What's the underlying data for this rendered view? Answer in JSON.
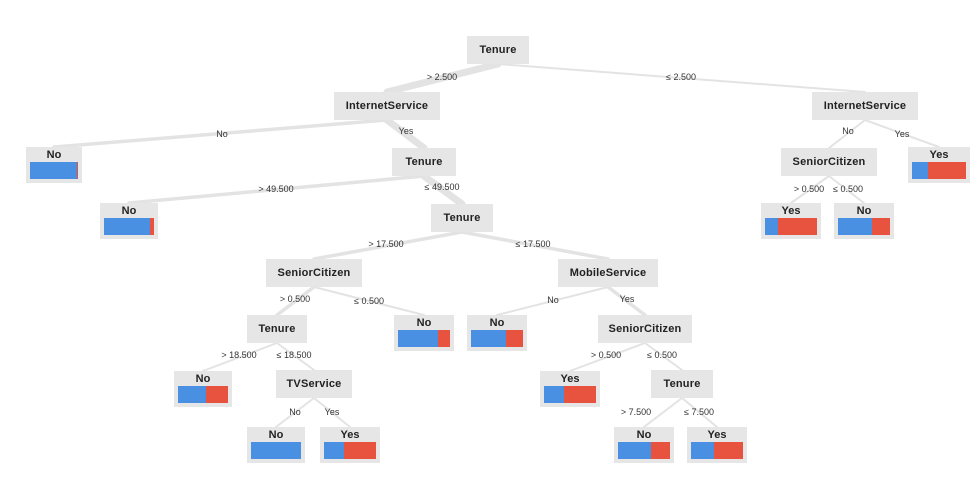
{
  "colors": {
    "no": "#4a90e2",
    "yes": "#e8533f",
    "node": "#e6e6e6",
    "edge": "#e3e3e3"
  },
  "nodes": [
    {
      "id": "n0",
      "kind": "split",
      "label": "Tenure"
    },
    {
      "id": "n1",
      "kind": "split",
      "label": "InternetService"
    },
    {
      "id": "n2",
      "kind": "split",
      "label": "InternetService"
    },
    {
      "id": "l_no1",
      "kind": "leaf",
      "label": "No",
      "no_fraction": 0.97
    },
    {
      "id": "n3",
      "kind": "split",
      "label": "Tenure"
    },
    {
      "id": "n4",
      "kind": "split",
      "label": "SeniorCitizen"
    },
    {
      "id": "l_yes1",
      "kind": "leaf",
      "label": "Yes",
      "no_fraction": 0.29
    },
    {
      "id": "l_no2",
      "kind": "leaf",
      "label": "No",
      "no_fraction": 0.92
    },
    {
      "id": "n5",
      "kind": "split",
      "label": "Tenure"
    },
    {
      "id": "l_yes2",
      "kind": "leaf",
      "label": "Yes",
      "no_fraction": 0.25
    },
    {
      "id": "l_no3",
      "kind": "leaf",
      "label": "No",
      "no_fraction": 0.65
    },
    {
      "id": "n6",
      "kind": "split",
      "label": "SeniorCitizen"
    },
    {
      "id": "n7",
      "kind": "split",
      "label": "MobileService"
    },
    {
      "id": "n8",
      "kind": "split",
      "label": "Tenure"
    },
    {
      "id": "l_no4",
      "kind": "leaf",
      "label": "No",
      "no_fraction": 0.77
    },
    {
      "id": "l_no5",
      "kind": "leaf",
      "label": "No",
      "no_fraction": 0.67
    },
    {
      "id": "n9",
      "kind": "split",
      "label": "SeniorCitizen"
    },
    {
      "id": "l_no6",
      "kind": "leaf",
      "label": "No",
      "no_fraction": 0.56
    },
    {
      "id": "n10",
      "kind": "split",
      "label": "TVService"
    },
    {
      "id": "l_yes3",
      "kind": "leaf",
      "label": "Yes",
      "no_fraction": 0.38
    },
    {
      "id": "n11",
      "kind": "split",
      "label": "Tenure"
    },
    {
      "id": "l_no7",
      "kind": "leaf",
      "label": "No",
      "no_fraction": 1.0
    },
    {
      "id": "l_yes4",
      "kind": "leaf",
      "label": "Yes",
      "no_fraction": 0.38
    },
    {
      "id": "l_no8",
      "kind": "leaf",
      "label": "No",
      "no_fraction": 0.64
    },
    {
      "id": "l_yes5",
      "kind": "leaf",
      "label": "Yes",
      "no_fraction": 0.44
    }
  ],
  "edges": [
    {
      "from": "n0",
      "to": "n1",
      "label": "> 2.500",
      "weight": 3
    },
    {
      "from": "n0",
      "to": "n2",
      "label": "≤ 2.500",
      "weight": 1
    },
    {
      "from": "n1",
      "to": "l_no1",
      "label": "No",
      "weight": 2
    },
    {
      "from": "n1",
      "to": "n3",
      "label": "Yes",
      "weight": 3
    },
    {
      "from": "n2",
      "to": "n4",
      "label": "No",
      "weight": 1
    },
    {
      "from": "n2",
      "to": "l_yes1",
      "label": "Yes",
      "weight": 1
    },
    {
      "from": "n3",
      "to": "l_no2",
      "label": "> 49.500",
      "weight": 2
    },
    {
      "from": "n3",
      "to": "n5",
      "label": "≤ 49.500",
      "weight": 3
    },
    {
      "from": "n4",
      "to": "l_yes2",
      "label": "> 0.500",
      "weight": 1
    },
    {
      "from": "n4",
      "to": "l_no3",
      "label": "≤ 0.500",
      "weight": 1
    },
    {
      "from": "n5",
      "to": "n6",
      "label": "> 17.500",
      "weight": 2
    },
    {
      "from": "n5",
      "to": "n7",
      "label": "≤ 17.500",
      "weight": 2
    },
    {
      "from": "n6",
      "to": "n8",
      "label": "> 0.500",
      "weight": 2
    },
    {
      "from": "n6",
      "to": "l_no4",
      "label": "≤ 0.500",
      "weight": 1
    },
    {
      "from": "n7",
      "to": "l_no5",
      "label": "No",
      "weight": 1
    },
    {
      "from": "n7",
      "to": "n9",
      "label": "Yes",
      "weight": 2
    },
    {
      "from": "n8",
      "to": "l_no6",
      "label": "> 18.500",
      "weight": 1
    },
    {
      "from": "n8",
      "to": "n10",
      "label": "≤ 18.500",
      "weight": 1
    },
    {
      "from": "n9",
      "to": "l_yes3",
      "label": "> 0.500",
      "weight": 1
    },
    {
      "from": "n9",
      "to": "n11",
      "label": "≤ 0.500",
      "weight": 1
    },
    {
      "from": "n10",
      "to": "l_no7",
      "label": "No",
      "weight": 1
    },
    {
      "from": "n10",
      "to": "l_yes4",
      "label": "Yes",
      "weight": 1
    },
    {
      "from": "n11",
      "to": "l_no8",
      "label": "> 7.500",
      "weight": 1
    },
    {
      "from": "n11",
      "to": "l_yes5",
      "label": "≤ 7.500",
      "weight": 1
    }
  ]
}
